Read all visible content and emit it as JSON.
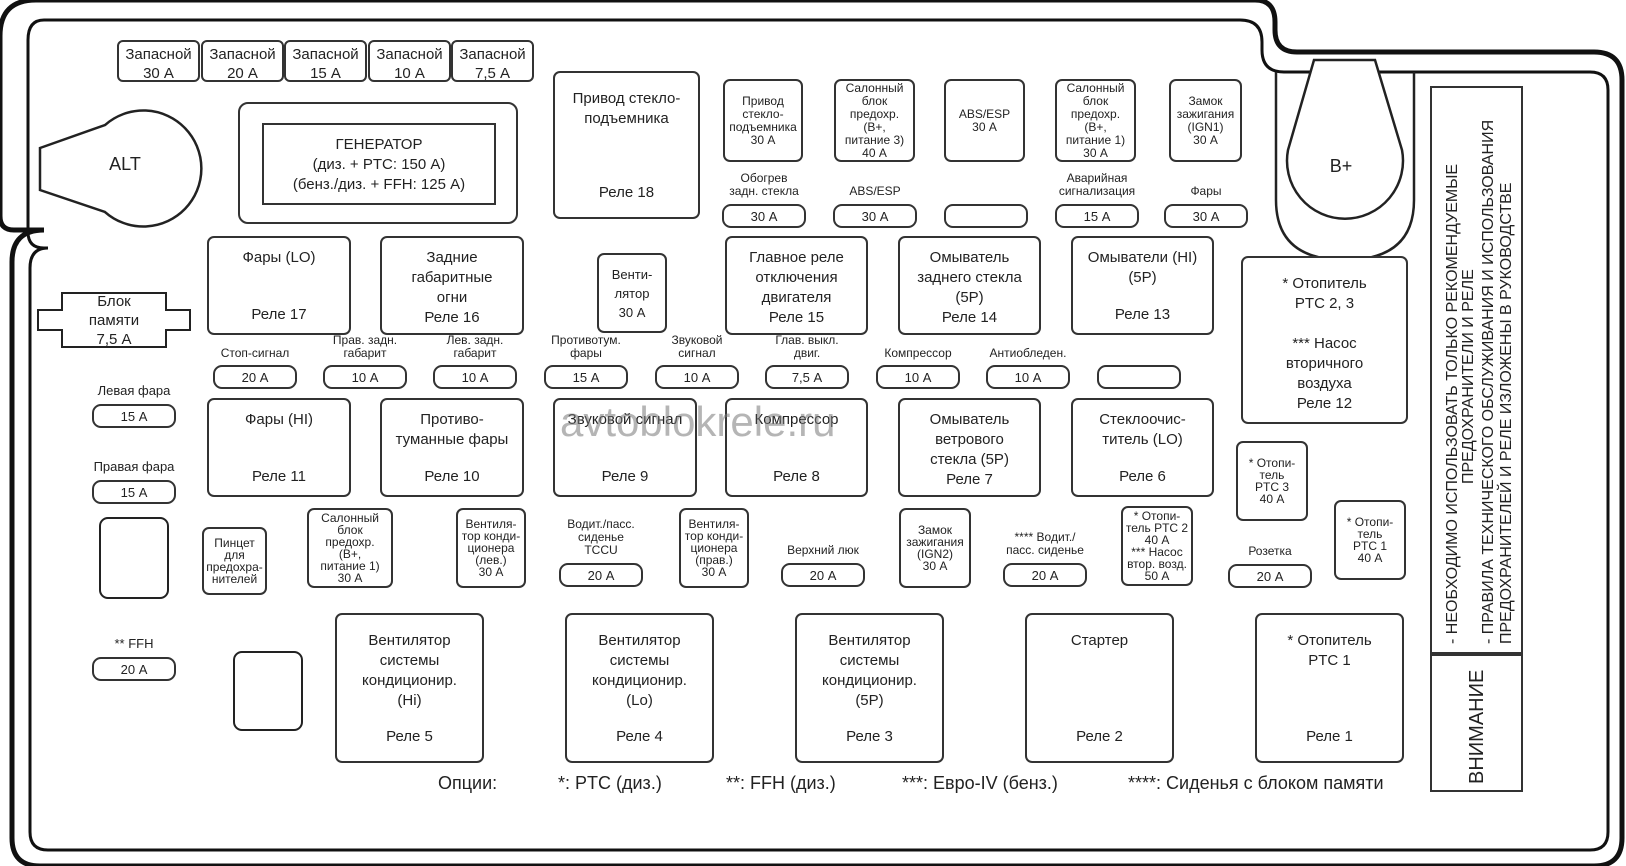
{
  "spares": [
    {
      "name": "Запасной",
      "value": "30 А"
    },
    {
      "name": "Запасной",
      "value": "20 А"
    },
    {
      "name": "Запасной",
      "value": "15 А"
    },
    {
      "name": "Запасной",
      "value": "10 А"
    },
    {
      "name": "Запасной",
      "value": "7,5 А"
    }
  ],
  "alt": "ALT",
  "bplus": "B+",
  "generator": [
    "ГЕНЕРАТОР",
    "(диз. + PTC: 150 А)",
    "(бенз./диз. + FFH: 125 А)"
  ],
  "memory_block": [
    "Блок",
    "памяти",
    "7,5 А"
  ],
  "relays": {
    "r18": {
      "title": [
        "Привод стекло-",
        "подъемника"
      ],
      "label": "Реле 18"
    },
    "r17": {
      "title": [
        "Фары (LO)"
      ],
      "label": "Реле 17"
    },
    "r16": {
      "title": [
        "Задние",
        "габаритные",
        "огни"
      ],
      "label": "Реле 16"
    },
    "r15": {
      "title": [
        "Главное реле",
        "отключения",
        "двигателя"
      ],
      "label": "Реле 15"
    },
    "r14": {
      "title": [
        "Омыватель",
        "заднего стекла",
        "(5P)"
      ],
      "label": "Реле 14"
    },
    "r13": {
      "title": [
        "Омыватели (HI)",
        "(5P)"
      ],
      "label": "Реле 13"
    },
    "r12": {
      "title": [
        "* Отопитель",
        "PTC 2, 3",
        "",
        "*** Насос",
        "вторичного",
        "воздуха"
      ],
      "label": "Реле 12"
    },
    "r11": {
      "title": [
        "Фары (HI)"
      ],
      "label": "Реле 11"
    },
    "r10": {
      "title": [
        "Противо-",
        "туманные фары"
      ],
      "label": "Реле 10"
    },
    "r9": {
      "title": [
        "Звуковой сигнал"
      ],
      "label": "Реле 9"
    },
    "r8": {
      "title": [
        "Компрессор"
      ],
      "label": "Реле 8"
    },
    "r7": {
      "title": [
        "Омыватель",
        "ветрового",
        "стекла (5P)"
      ],
      "label": "Реле 7"
    },
    "r6": {
      "title": [
        "Стеклоочис-",
        "титель (LO)"
      ],
      "label": "Реле 6"
    },
    "r5": {
      "title": [
        "Вентилятор",
        "системы",
        "кондиционир.",
        "(Hi)"
      ],
      "label": "Реле 5"
    },
    "r4": {
      "title": [
        "Вентилятор",
        "системы",
        "кондиционир.",
        "(Lo)"
      ],
      "label": "Реле 4"
    },
    "r3": {
      "title": [
        "Вентилятор",
        "системы",
        "кондиционир.",
        "(5P)"
      ],
      "label": "Реле 3"
    },
    "r2": {
      "title": [
        "Стартер"
      ],
      "label": "Реле 2"
    },
    "r1": {
      "title": [
        "* Отопитель",
        "PTC 1"
      ],
      "label": "Реле 1"
    }
  },
  "fuses_top": [
    [
      "Привод",
      "стекло-",
      "подъемника",
      "30 А"
    ],
    [
      "Салонный",
      "блок",
      "предохр.",
      "(B+,",
      "питание 3)",
      "40 А"
    ],
    [
      "ABS/ESP",
      "30 А"
    ],
    [
      "Салонный",
      "блок",
      "предохр.",
      "(B+,",
      "питание 1)",
      "30 А"
    ],
    [
      "Замок",
      "зажигания",
      "(IGN1)",
      "30 А"
    ]
  ],
  "blades_row1": [
    {
      "label": [
        "Обогрев",
        "задн. стекла"
      ],
      "value": "30 А"
    },
    {
      "label": [
        "ABS/ESP"
      ],
      "value": "30 А"
    },
    {
      "label": [
        ""
      ],
      "value": ""
    },
    {
      "label": [
        "Аварийная",
        "сигнализация"
      ],
      "value": "15 А"
    },
    {
      "label": [
        "Фары"
      ],
      "value": "30 А"
    }
  ],
  "fan_small": [
    "Венти-",
    "лятор",
    "30 А"
  ],
  "blades_row2": [
    {
      "label": [
        "Стоп-сигнал"
      ],
      "value": "20 А"
    },
    {
      "label": [
        "Прав. задн.",
        "габарит"
      ],
      "value": "10 А"
    },
    {
      "label": [
        "Лев. задн.",
        "габарит"
      ],
      "value": "10 А"
    },
    {
      "label": [
        "Противотум.",
        "фары"
      ],
      "value": "15 А"
    },
    {
      "label": [
        "Звуковой",
        "сигнал"
      ],
      "value": "10 А"
    },
    {
      "label": [
        "Глав. выкл.",
        "двиг."
      ],
      "value": "7,5 А"
    },
    {
      "label": [
        "Компрессор"
      ],
      "value": "10 А"
    },
    {
      "label": [
        "Антиобледен."
      ],
      "value": "10 А"
    },
    {
      "label": [
        ""
      ],
      "value": ""
    }
  ],
  "left_blades": [
    {
      "label": "Левая фара",
      "value": "15 А"
    },
    {
      "label": "Правая фара",
      "value": "15 А"
    },
    {
      "label": "** FFH",
      "value": "20 А"
    }
  ],
  "small_boxes": {
    "tweezers": [
      "Пинцет",
      "для",
      "предохра-",
      "нителей"
    ],
    "salon1": [
      "Салонный",
      "блок",
      "предохр.",
      "(B+,",
      "питание 1)",
      "30 А"
    ],
    "fanL": [
      "Вентиля-",
      "тор конди-",
      "ционера",
      "(лев.)",
      "30 А"
    ],
    "fanR": [
      "Вентиля-",
      "тор конди-",
      "ционера",
      "(прав.)",
      "30 А"
    ],
    "ign2": [
      "Замок",
      "зажигания",
      "(IGN2)",
      "30 А"
    ],
    "ptc2": [
      "* Отопи-",
      "тель PTC 2",
      "40 А",
      "*** Насос",
      "втор. возд.",
      "50 А"
    ],
    "ptc3": [
      "* Отопи-",
      "тель",
      "PTC 3",
      "40 А"
    ],
    "ptc1": [
      "* Отопи-",
      "тель",
      "PTC 1",
      "40 А"
    ]
  },
  "blades_row3": [
    {
      "label": [
        "Водит./пасс.",
        "сиденье",
        "TCCU"
      ],
      "value": "20 А"
    },
    {
      "label": [
        "Верхний люк"
      ],
      "value": "20 А"
    },
    {
      "label": [
        "**** Водит./",
        "пасс. сиденье"
      ],
      "value": "20 А"
    },
    {
      "label": [
        "Розетка"
      ],
      "value": "20 А"
    }
  ],
  "warning": {
    "title": "ВНИМАНИЕ",
    "lines": [
      "- НЕОБХОДИМО ИСПОЛЬЗОВАТЬ ТОЛЬКО РЕКОМЕНДУЕМЫЕ",
      "ПРЕДОХРАНИТЕЛИ И РЕЛЕ",
      "- ПРАВИЛА ТЕХНИЧЕСКОГО ОБСЛУЖИВАНИЯ И ИСПОЛЬЗОВАНИЯ",
      "ПРЕДОХРАНИТЕЛЕЙ И РЕЛЕ ИЗЛОЖЕНЫ В РУКОВОДСТВЕ"
    ]
  },
  "options": [
    "Опции:",
    "*: PTC (диз.)",
    "**: FFH (диз.)",
    "***: Евро-IV (бенз.)",
    "****: Сиденья с блоком памяти"
  ],
  "watermark": "avtoblokrele.ru"
}
